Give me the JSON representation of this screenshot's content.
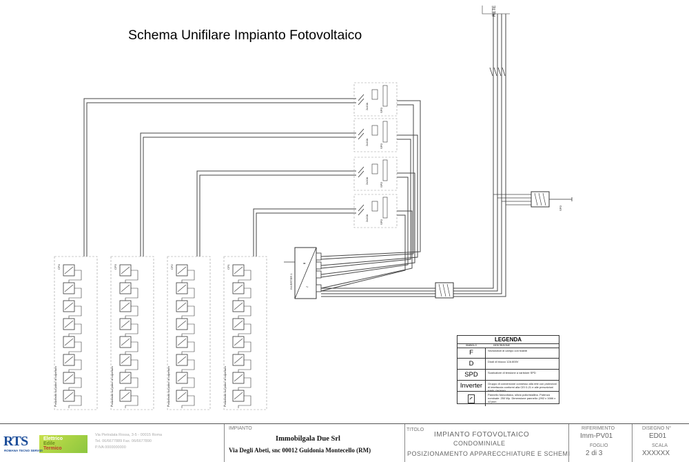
{
  "title": "Schema Unifilare Impianto Fotovoltaico",
  "grid_label": "RETE",
  "inverter_label": "INVERTER 1",
  "strings": [
    {
      "name": "CP4",
      "note": "Posizionati sul piano di copertura"
    },
    {
      "name": "CP3",
      "note": "Posizionati sul piano di copertura"
    },
    {
      "name": "CP2",
      "note": "Posizionati sul piano di copertura"
    },
    {
      "name": "CP1",
      "note": "Posizionati sul piano di copertura"
    }
  ],
  "spd_label": "SPD",
  "fuse_label": "2x10A",
  "legend": {
    "title": "LEGENDA",
    "col_symbol": "SIMBOLO",
    "col_desc": "DESCRIZIONE",
    "rows": [
      {
        "symbol": "F",
        "desc": "Sezionatori di campo con fusibili"
      },
      {
        "symbol": "D",
        "desc": "Diodi di blocco 12A 800V"
      },
      {
        "symbol": "SPD",
        "desc": "Scaricatore di tensione a varistore SPD"
      },
      {
        "symbol": "Inverter",
        "desc": "Gruppo di conversione connesso alla rete con protezioni di interfaccia conformi alla CEI 0-21 e alle prescrizioni ENEL DK5940"
      },
      {
        "symbol": "panel-icon",
        "desc": "Pannello fotovoltaico, silicio policristallino. Potenza nominale: 250 Wp. Dimensione pannello: (992 x 1666 x 42)mm."
      }
    ]
  },
  "titleblock": {
    "company_lines": [
      "Via Pietralata Rossa, 3-5 - 00015 Roma",
      "Tel. 06/6677889 Fax. 06/6677890",
      "P.IVA 0000000000"
    ],
    "logo": {
      "rts": "RTS",
      "sub": "ROMANA TECNO SERVIZI",
      "l1": "Elettrico",
      "l2": "Edile",
      "l3": "Termico"
    },
    "impianto_cap": "IMPIANTO",
    "impianto_name": "Immobilgala Due Srl",
    "impianto_addr": "Via Degli Abeti, snc 00012 Guidonia Montecello (RM)",
    "titolo_cap": "TITOLO",
    "titolo_1": "IMPIANTO FOTOVOLTAICO",
    "titolo_2": "CONDOMINIALE",
    "titolo_3": "POSIZIONAMENTO APPARECCHIATURE E SCHEMI",
    "rif_cap": "RIFERIMENTO",
    "rif_val": "Imm-PV01",
    "foglio_cap": "FOGLIO",
    "foglio_val": "2 di 3",
    "disegno_cap": "DISEGNO N°",
    "disegno_val": "ED01",
    "scala_cap": "SCALA",
    "scala_val": "XXXXXX"
  },
  "colors": {
    "line": "#333333",
    "accent": "#1d4e9a",
    "green": "#8cc63f"
  }
}
